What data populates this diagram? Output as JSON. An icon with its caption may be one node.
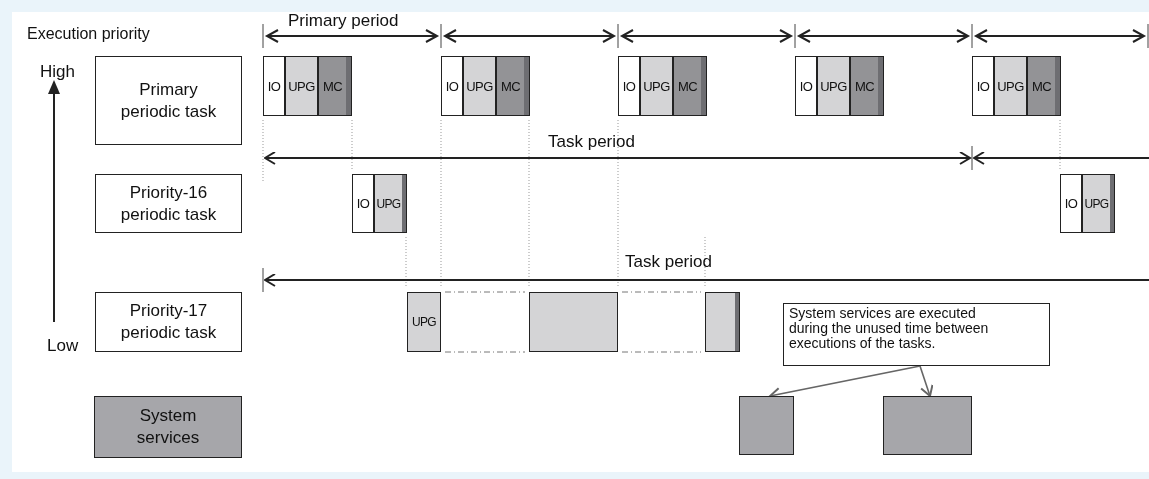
{
  "diagram": {
    "nodes": [
      {
        "text": [
          "Primary periodic task"
        ]
      },
      {
        "text": [
          "IO"
        ]
      },
      {
        "text": [
          "UPG"
        ]
      },
      {
        "text": [
          "MC"
        ]
      },
      {
        "text": [
          "IO"
        ]
      },
      {
        "text": [
          "UPG"
        ]
      },
      {
        "text": [
          "MC"
        ]
      },
      {
        "text": [
          "IO"
        ]
      },
      {
        "text": [
          "UPG"
        ]
      },
      {
        "text": [
          "MC"
        ]
      },
      {
        "text": [
          "IO"
        ]
      },
      {
        "text": [
          "UPG"
        ]
      },
      {
        "text": [
          "MC"
        ]
      },
      {
        "text": [
          "IO"
        ]
      },
      {
        "text": [
          "UPG"
        ]
      },
      {
        "text": [
          "MC"
        ]
      },
      {
        "text": [
          "Priority-16 periodic task"
        ]
      },
      {
        "text": [
          "IO"
        ]
      },
      {
        "text": [
          "UPG"
        ]
      },
      {
        "text": [
          "IO"
        ]
      },
      {
        "text": [
          "UPG"
        ]
      },
      {
        "text": [
          "Priority-17 periodic task"
        ]
      },
      {
        "text": [
          "UPG"
        ]
      },
      {
        "text": [],
        "shape": "box"
      },
      {
        "text": [],
        "shape": "box"
      },
      {
        "text": [
          "System services"
        ]
      },
      {
        "text": [
          "System services are executed during the unused time between executions of the tasks."
        ]
      },
      {
        "text": [],
        "shape": "box"
      },
      {
        "text": [],
        "shape": "box"
      }
    ],
    "edges": [
      {
        "from": 26,
        "to": 27,
        "arrow": "to"
      },
      {
        "from": 26,
        "to": 28,
        "arrow": "to"
      }
    ],
    "labels": [
      "Primary period",
      "Execution priority",
      "High",
      "Task period",
      "Task period",
      "Low"
    ]
  }
}
